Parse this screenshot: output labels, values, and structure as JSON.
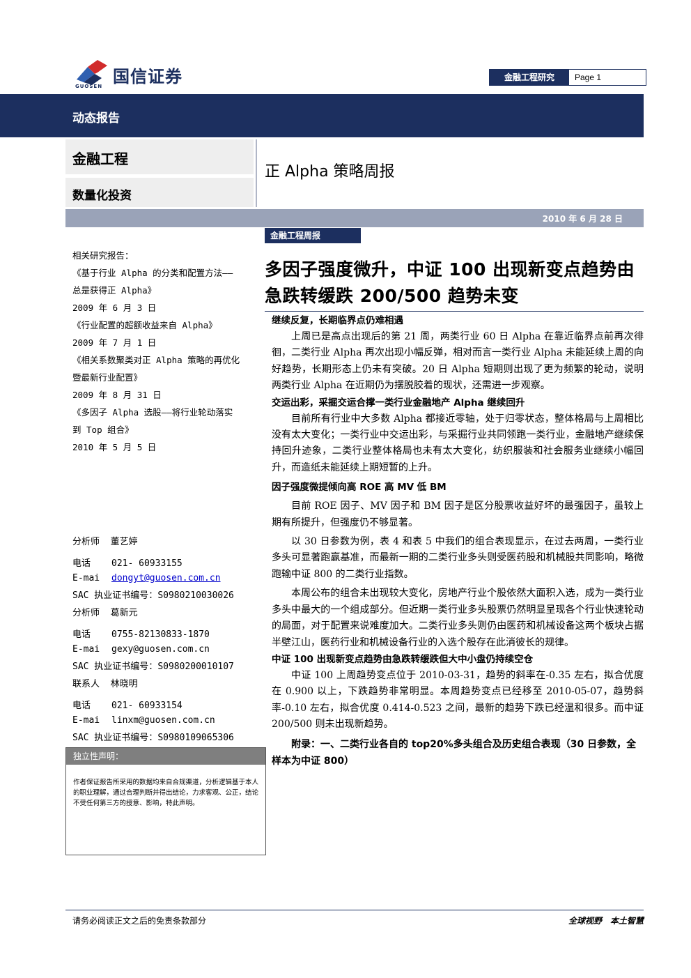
{
  "header": {
    "brand_name": "国信证券",
    "brand_en": "GUOSEN",
    "dept": "金融工程研究",
    "page": "Page 1",
    "colors": {
      "navy": "#1c2f5f",
      "logo_red": "#d12b2b",
      "logo_blue": "#2f5fb0"
    }
  },
  "banner": {
    "report_type": "动态报告"
  },
  "categories": {
    "primary": "金融工程",
    "secondary": "数量化投资"
  },
  "report_title": "正 Alpha 策略周报",
  "date": "2010 年 6 月 28 日",
  "tag": "金融工程周报",
  "headline": "多因子强度微升，中证 100 出现新变点趋势由急跌转缓跌 200/500 趋势未变",
  "related": {
    "heading": "相关研究报告：",
    "lines": [
      "《基于行业 Alpha 的分类和配置方法——",
      "总是获得正 Alpha》",
      "2009 年 6 月 3 日",
      "《行业配置的超额收益来自 Alpha》",
      "2009 年 7 月 1 日",
      "《相关系数聚类对正 Alpha 策略的再优化",
      "暨最新行业配置》",
      "2009 年 8 月 31 日",
      "《多因子 Alpha 选股——将行业轮动落实",
      "到 Top 组合》",
      "2010 年 5 月 5 日"
    ]
  },
  "analysts": [
    {
      "role": "分析师",
      "name": "董艺婷",
      "phone_label": "电话",
      "phone": "021- 60933155",
      "email_label": "E-mai",
      "email": "dongyt@guosen.com.cn",
      "sac_label": "SAC 执业证书编号：",
      "sac": "S0980210030026"
    },
    {
      "role": "分析师",
      "name": "葛新元",
      "phone_label": "电话",
      "phone": "0755-82130833-1870",
      "email_label": "E-mai",
      "email": "gexy@guosen.com.cn",
      "sac_label": "SAC 执业证书编号：",
      "sac": "S0980200010107"
    },
    {
      "role": "联系人",
      "name": "林晓明",
      "phone_label": "电话",
      "phone": "021- 60933154",
      "email_label": "E-mai",
      "email": "linxm@guosen.com.cn",
      "sac_label": "SAC 执业证书编号：",
      "sac": "S0980109065306"
    }
  ],
  "independence": {
    "heading": "独立性声明：",
    "body": "作者保证报告所采用的数据均来自合规渠道，分析逻辑基于本人的职业理解，通过合理判断并得出结论，力求客观、公正，结论不受任何第三方的授意、影响，特此声明。"
  },
  "sections": [
    {
      "title": "继续反复，长期临界点仍难相遇",
      "paras": [
        "上周已是高点出现后的第 21 周，两类行业 60 日 Alpha 在靠近临界点前再次徘徊，二类行业 Alpha 再次出现小幅反弹，相对而言一类行业 Alpha 未能延续上周的向好趋势，长期形态上仍未有突破。20 日 Alpha 短期则出现了更为频繁的轮动，说明两类行业 Alpha 在近期仍为摆脱胶着的现状，还需进一步观察。"
      ]
    },
    {
      "title": "交运出彩，采掘交运合撑一类行业金融地产 Alpha 继续回升",
      "paras": [
        "目前所有行业中大多数 Alpha 都接近零轴，处于归零状态，整体格局与上周相比没有太大变化；一类行业中交运出彩，与采掘行业共同领跑一类行业，金融地产继续保持回升迹象，二类行业整体格局也未有太大变化，纺织服装和社会服务业继续小幅回升，而造纸未能延续上期短暂的上升。"
      ]
    },
    {
      "title": "因子强度微提倾向高 ROE 高 MV 低 BM",
      "paras": [
        "目前 ROE 因子、MV 因子和 BM 因子是区分股票收益好坏的最强因子，虽较上期有所提升，但强度仍不够显著。",
        "以 30 日参数为例，表 4 和表 5 中我们的组合表现显示，在过去两周，一类行业多头可显著跑赢基准，而最新一期的二类行业多头则受医药股和机械股共同影响，略微跑输中证 800 的二类行业指数。",
        "本周公布的组合未出现较大变化，房地产行业个股依然大面积入选，成为一类行业多头中最大的一个组成部分。但近期一类行业多头股票仍然明显呈现各个行业快速轮动的局面，对于配置来说难度加大。二类行业多头则仍由医药和机械设备这两个板块占据半壁江山，医药行业和机械设备行业的入选个股存在此消彼长的规律。"
      ]
    },
    {
      "title": "中证 100 出现新变点趋势由急跌转缓跌但大中小盘仍持续空仓",
      "paras": [
        "中证 100 上周趋势变点位于 2010-03-31，趋势的斜率在-0.35 左右，拟合优度在 0.900 以上，下跌趋势非常明显。本周趋势变点已经移至 2010-05-07，趋势斜率-0.10 左右，拟合优度 0.414-0.523 之间，最新的趋势下跌已经温和很多。而中证 200/500 则未出现新趋势。"
      ]
    }
  ],
  "appendix": "附录：一、二类行业各自的 top20%多头组合及历史组合表现（30 日参数，全样本为中证 800）",
  "footer": {
    "left": "请务必阅读正文之后的免责条款部分",
    "right": "全球视野　本土智慧"
  }
}
